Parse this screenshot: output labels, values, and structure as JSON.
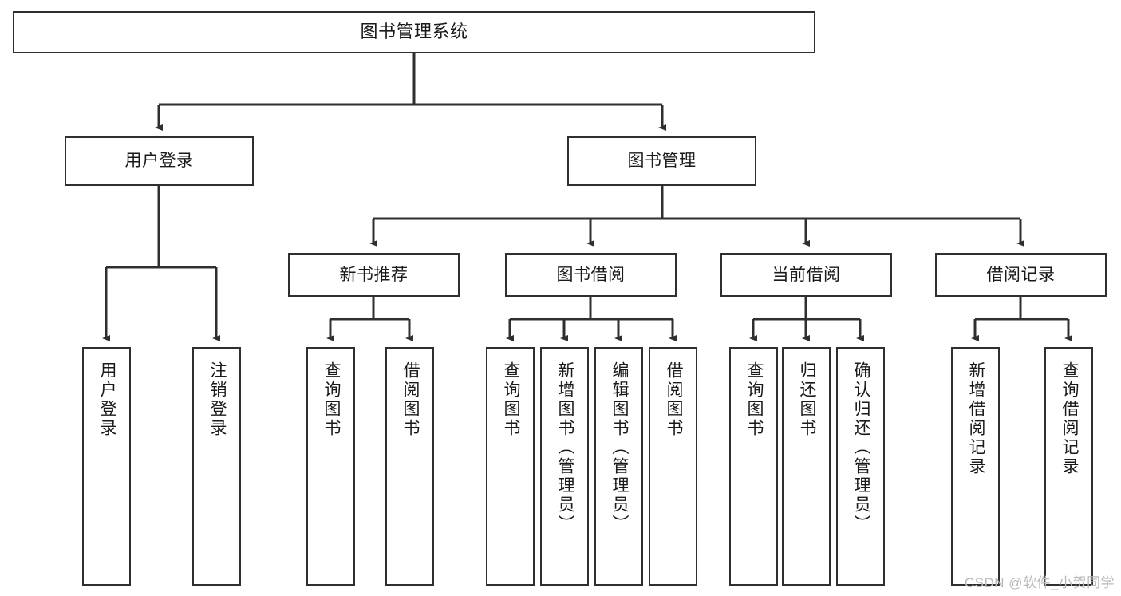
{
  "diagram": {
    "title": "图书管理系统",
    "type": "tree-hierarchy",
    "watermark": "CSDN @软件_小贺同学",
    "colors": {
      "stroke": "#2f2f2f",
      "fill": "#ffffff",
      "text": "#1a1a1a",
      "watermark": "#b9b9b9"
    },
    "nodes": {
      "root": {
        "label": "图书管理系统"
      },
      "level2": [
        {
          "id": "user-login",
          "label": "用户登录"
        },
        {
          "id": "book-management",
          "label": "图书管理"
        }
      ],
      "level3": [
        {
          "id": "new-book-recommend",
          "label": "新书推荐"
        },
        {
          "id": "book-borrow",
          "label": "图书借阅"
        },
        {
          "id": "current-borrow",
          "label": "当前借阅"
        },
        {
          "id": "borrow-record",
          "label": "借阅记录"
        }
      ],
      "leaves": {
        "user_login": [
          {
            "id": "leaf-user-login",
            "label": "用户登录"
          },
          {
            "id": "leaf-logout-login",
            "label": "注销登录"
          }
        ],
        "new_book_recommend": [
          {
            "id": "leaf-query-book-1",
            "label": "查询图书"
          },
          {
            "id": "leaf-borrow-book-1",
            "label": "借阅图书"
          }
        ],
        "book_borrow": [
          {
            "id": "leaf-query-book-2",
            "label": "查询图书"
          },
          {
            "id": "leaf-add-book",
            "label": "新增图书（管理员）"
          },
          {
            "id": "leaf-edit-book",
            "label": "编辑图书（管理员）"
          },
          {
            "id": "leaf-borrow-book-2",
            "label": "借阅图书"
          }
        ],
        "current_borrow": [
          {
            "id": "leaf-query-book-3",
            "label": "查询图书"
          },
          {
            "id": "leaf-return-book",
            "label": "归还图书"
          },
          {
            "id": "leaf-confirm-return",
            "label": "确认归还（管理员）"
          }
        ],
        "borrow_record": [
          {
            "id": "leaf-add-record",
            "label": "新增借阅记录"
          },
          {
            "id": "leaf-query-record",
            "label": "查询借阅记录"
          }
        ]
      }
    }
  }
}
